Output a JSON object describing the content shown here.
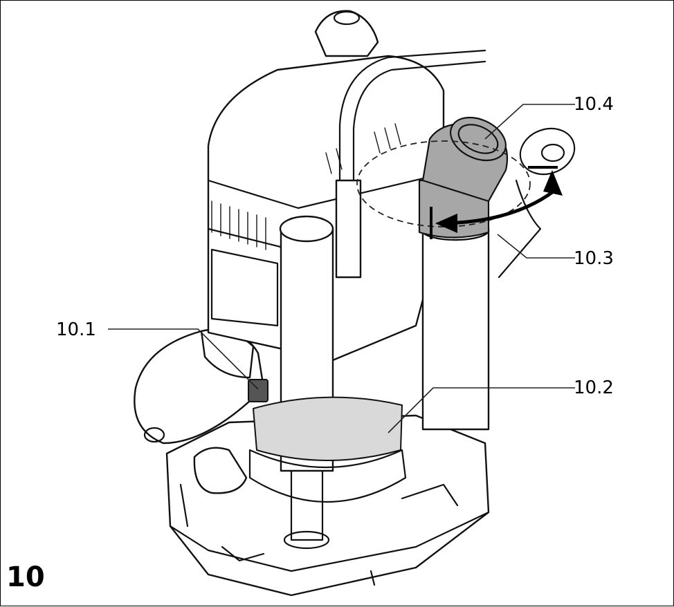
{
  "figure": {
    "number": "10",
    "callouts": [
      {
        "id": "10.1",
        "label": "10.1"
      },
      {
        "id": "10.2",
        "label": "10.2"
      },
      {
        "id": "10.3",
        "label": "10.3"
      },
      {
        "id": "10.4",
        "label": "10.4"
      }
    ]
  },
  "colors": {
    "line": "#111111",
    "accent_grey": "#a7a7a7",
    "light_grey": "#d9d9d9",
    "background": "#ffffff"
  },
  "icons": [
    "rotation-arrow-icon"
  ]
}
